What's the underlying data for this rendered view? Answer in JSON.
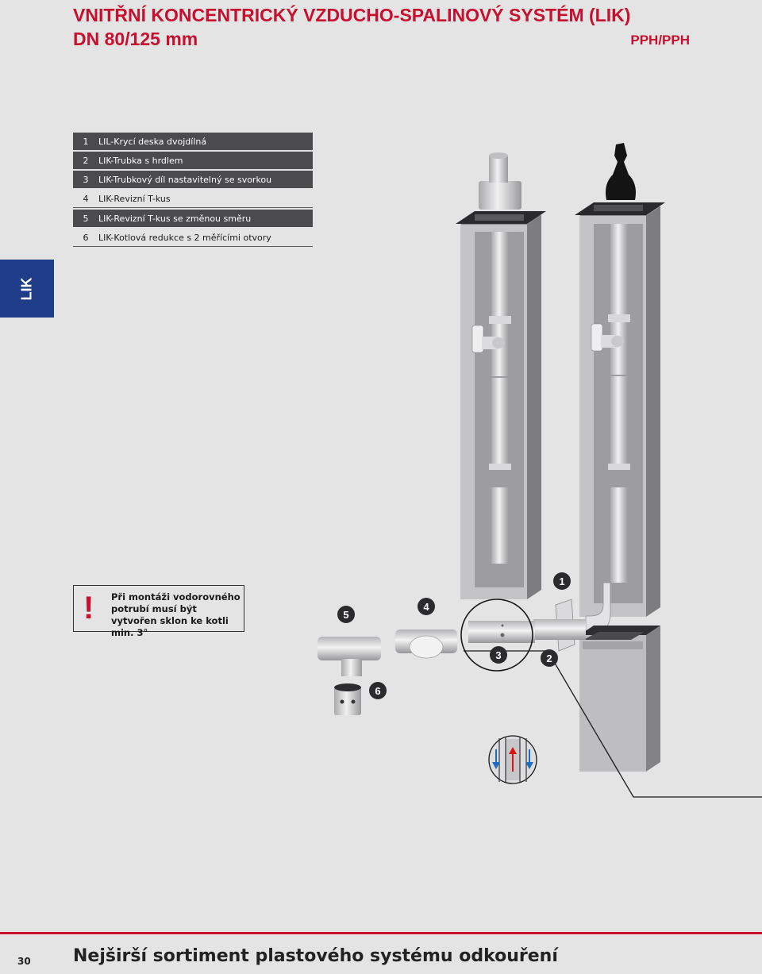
{
  "header": {
    "title_line1": "VNITŘNÍ KONCENTRICKÝ VZDUCHO-SPALINOVÝ SYSTÉM (LIK)",
    "title_line2": "DN 80/125 mm",
    "material": "PPH/PPH"
  },
  "parts": [
    {
      "num": "1",
      "label": "LIL-Krycí deska dvojdílná"
    },
    {
      "num": "2",
      "label": "LIK-Trubka s hrdlem"
    },
    {
      "num": "3",
      "label": "LIK-Trubkový díl nastavitelný se svorkou"
    },
    {
      "num": "4",
      "label": "LIK-Revizní T-kus"
    },
    {
      "num": "5",
      "label": "LIK-Revizní T-kus se změnou směru"
    },
    {
      "num": "6",
      "label": "LIK-Kotlová redukce s 2 měřícími otvory"
    }
  ],
  "side_tab": "LIK",
  "note": {
    "mark": "!",
    "text": "Při montáži vodorovného potrubí musí být vytvořen sklon ke kotli min. 3°"
  },
  "callouts": {
    "c1": "1",
    "c2": "2",
    "c3": "3",
    "c4": "4",
    "c5": "5",
    "c6": "6"
  },
  "colors": {
    "accent": "#c8102e",
    "tab": "#1f3c88",
    "table_dark": "#4b4b4e"
  },
  "footer": {
    "page_number": "30",
    "title": "Nejširší sortiment plastového systému odkouření"
  }
}
